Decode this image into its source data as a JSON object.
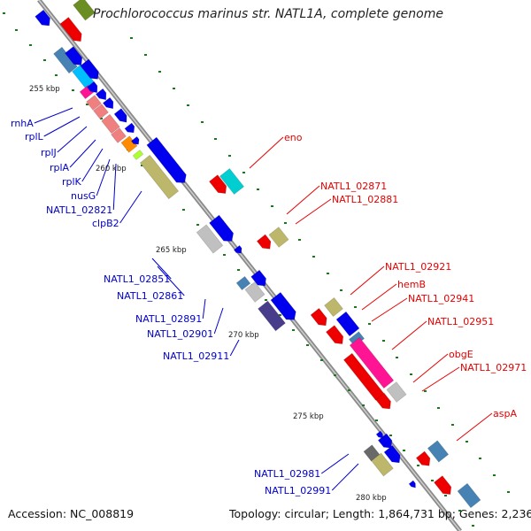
{
  "title": "Prochlorococcus marinus str. NATL1A, complete genome",
  "footer": {
    "accession": "Accession: NC_008819",
    "summary": "Topology: circular; Length: 1,864,731 bp; Genes: 2,236"
  },
  "colors": {
    "backbone": "#8a8a8a",
    "forward_label": "#0000cc",
    "reverse_label": "#e60000",
    "gc_dot": "#1a7a1a"
  },
  "ticks": [
    "255 kbp",
    "260 kbp",
    "265 kbp",
    "270 kbp",
    "275 kbp",
    "280 kbp"
  ],
  "labels_left": [
    "rnhA",
    "rplL",
    "rplJ",
    "rplA",
    "rplK",
    "nusG",
    "NATL1_02821",
    "clpB2",
    "NATL1_02851",
    "NATL1_02861",
    "NATL1_02891",
    "NATL1_02901",
    "NATL1_02911",
    "NATL1_02981",
    "NATL1_02991"
  ],
  "labels_right": [
    "eno",
    "NATL1_02871",
    "NATL1_02881",
    "NATL1_02921",
    "hemB",
    "NATL1_02941",
    "NATL1_02951",
    "obgE",
    "NATL1_02971",
    "aspA"
  ]
}
